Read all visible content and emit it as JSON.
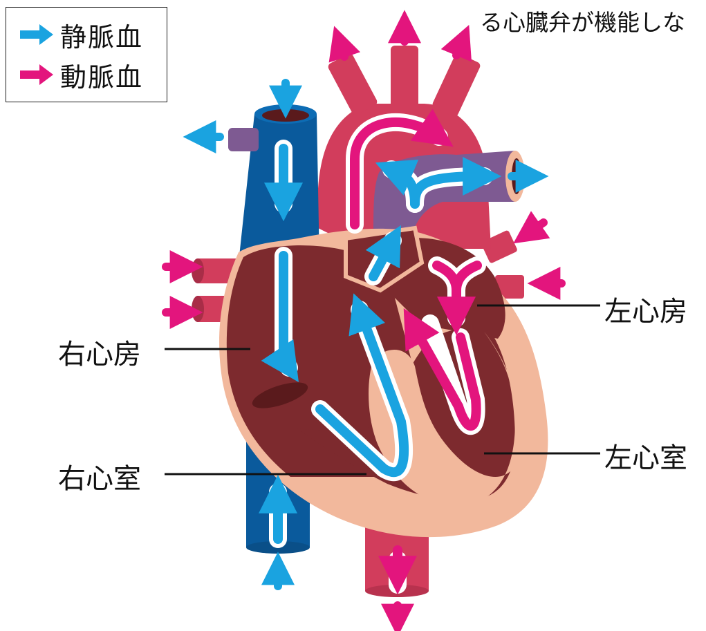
{
  "top_text": "る心臓弁が機能しな",
  "legend": {
    "venous": {
      "label": "静脈血",
      "color": "#1aa3e0"
    },
    "arterial": {
      "label": "動脈血",
      "color": "#e3157d"
    }
  },
  "labels": {
    "right_atrium": "右心房",
    "right_ventricle": "右心室",
    "left_atrium": "左心房",
    "left_ventricle": "左心室"
  },
  "colors": {
    "vena_cava": "#0a5a9c",
    "aorta": "#d23d5c",
    "pulmonary": "#7e5a92",
    "muscle": "#7d2a2e",
    "wall": "#f2b89c"
  }
}
